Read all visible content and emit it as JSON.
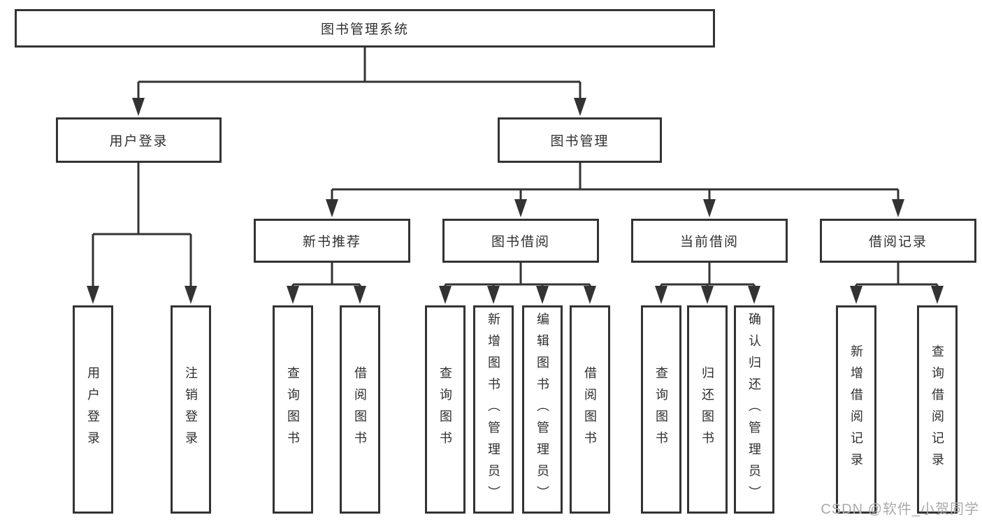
{
  "diagram": {
    "root": {
      "label": "图书管理系统"
    },
    "groups": [
      {
        "label": "用户登录",
        "children": [
          {
            "label": "用户登录"
          },
          {
            "label": "注销登录"
          }
        ]
      },
      {
        "label": "图书管理",
        "subgroups": [
          {
            "label": "新书推荐",
            "children": [
              {
                "label": "查询图书"
              },
              {
                "label": "借阅图书"
              }
            ]
          },
          {
            "label": "图书借阅",
            "children": [
              {
                "label": "查询图书"
              },
              {
                "label": "新增图书（管理员）"
              },
              {
                "label": "编辑图书（管理员）"
              },
              {
                "label": "借阅图书"
              }
            ]
          },
          {
            "label": "当前借阅",
            "children": [
              {
                "label": "查询图书"
              },
              {
                "label": "归还图书"
              },
              {
                "label": "确认归还（管理员）"
              }
            ]
          },
          {
            "label": "借阅记录",
            "children": [
              {
                "label": "新增借阅记录"
              },
              {
                "label": "查询借阅记录"
              }
            ]
          }
        ]
      }
    ]
  },
  "watermark": {
    "text": "CSDN @软件_小贺同学"
  },
  "colors": {
    "line": "#333333",
    "text": "#2f2f2f",
    "box_background": "#ffffff",
    "watermark": "#aaaaaa",
    "background": "#ffffff"
  }
}
